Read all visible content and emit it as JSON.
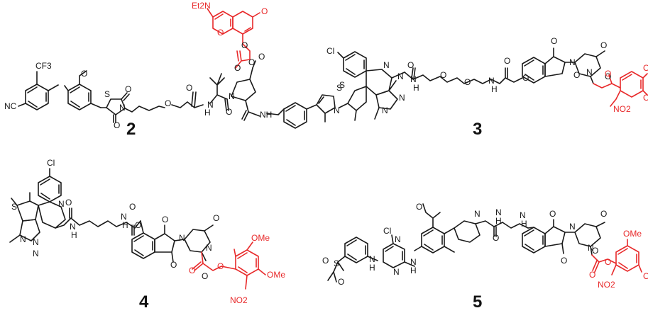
{
  "compound_numbers": [
    "2",
    "3",
    "4",
    "5"
  ],
  "atom_labels": {
    "c2": [
      "CF3",
      "O",
      "NC",
      "S",
      "O",
      "N",
      "O",
      "O",
      "O",
      "N",
      "H",
      "O",
      "N",
      "O",
      "O",
      "O",
      "O",
      "NH",
      "S",
      "N"
    ],
    "c2_red": [
      "Et2N",
      "O",
      "O"
    ],
    "c3": [
      "Cl",
      "N",
      "S",
      "N",
      "N",
      "N",
      "O",
      "N",
      "H",
      "O",
      "O",
      "N",
      "H",
      "O",
      "O",
      "O",
      "N",
      "O",
      "N",
      "O",
      "O"
    ],
    "c3_red": [
      "O",
      "O",
      "O",
      "NO2"
    ],
    "c4": [
      "Cl",
      "S",
      "N",
      "N",
      "N",
      "N",
      "O",
      "N",
      "H",
      "N",
      "H",
      "O",
      "O",
      "O",
      "N",
      "O",
      "O",
      "N",
      "O"
    ],
    "c4_red": [
      "O",
      "O",
      "OMe",
      "OMe",
      "NO2"
    ],
    "c5": [
      "Cl",
      "N",
      "N",
      "N",
      "H",
      "N",
      "H",
      "S",
      "O",
      "O",
      "O",
      "N",
      "O",
      "N",
      "H",
      "N",
      "H",
      "O",
      "N",
      "O",
      "O",
      "N",
      "O"
    ],
    "c5_red": [
      "O",
      "O",
      "OMe",
      "OMe",
      "NO2"
    ]
  },
  "colors": {
    "structure": "#1a1a1a",
    "caged_group": "#e8292a"
  }
}
